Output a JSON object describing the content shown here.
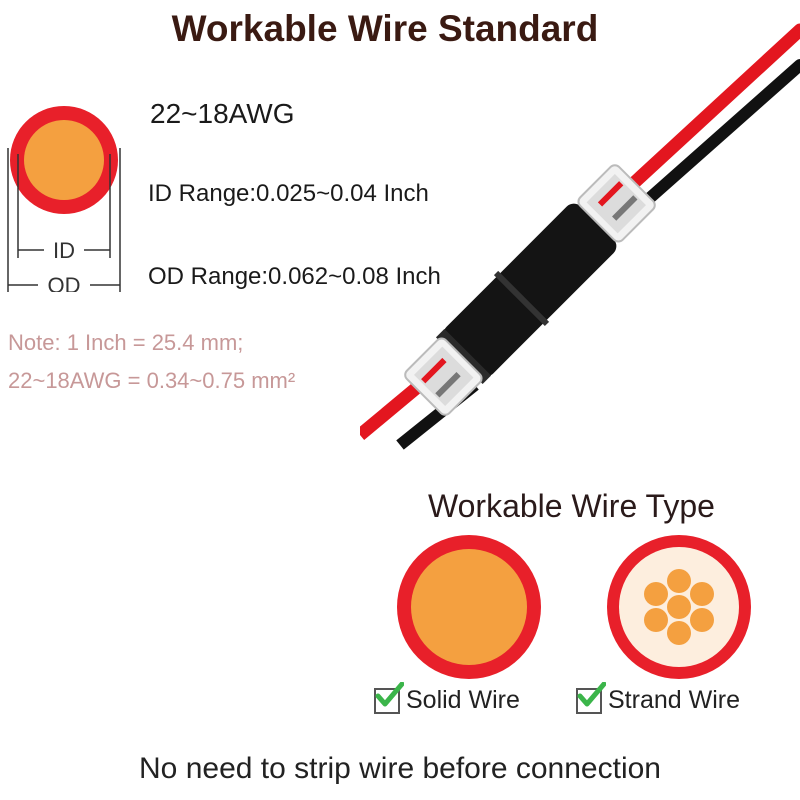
{
  "title": "Workable Wire Standard",
  "gauge": "22~18AWG",
  "id_range": "ID Range:0.025~0.04 Inch",
  "od_range": "OD Range:0.062~0.08 Inch",
  "diagram_labels": {
    "id": "ID",
    "od": "OD"
  },
  "note": {
    "line1": "Note: 1 Inch = 25.4 mm;",
    "line2": "22~18AWG = 0.34~0.75 mm²"
  },
  "wire_type": {
    "title": "Workable Wire Type",
    "solid_label": "Solid Wire",
    "strand_label": "Strand Wire"
  },
  "bottom_text": "No need to strip wire before connection",
  "colors": {
    "insulation": "#e8202a",
    "core": "#f4a040",
    "check": "#3bb54a",
    "red_wire": "#e3161f",
    "black_wire": "#111111"
  }
}
